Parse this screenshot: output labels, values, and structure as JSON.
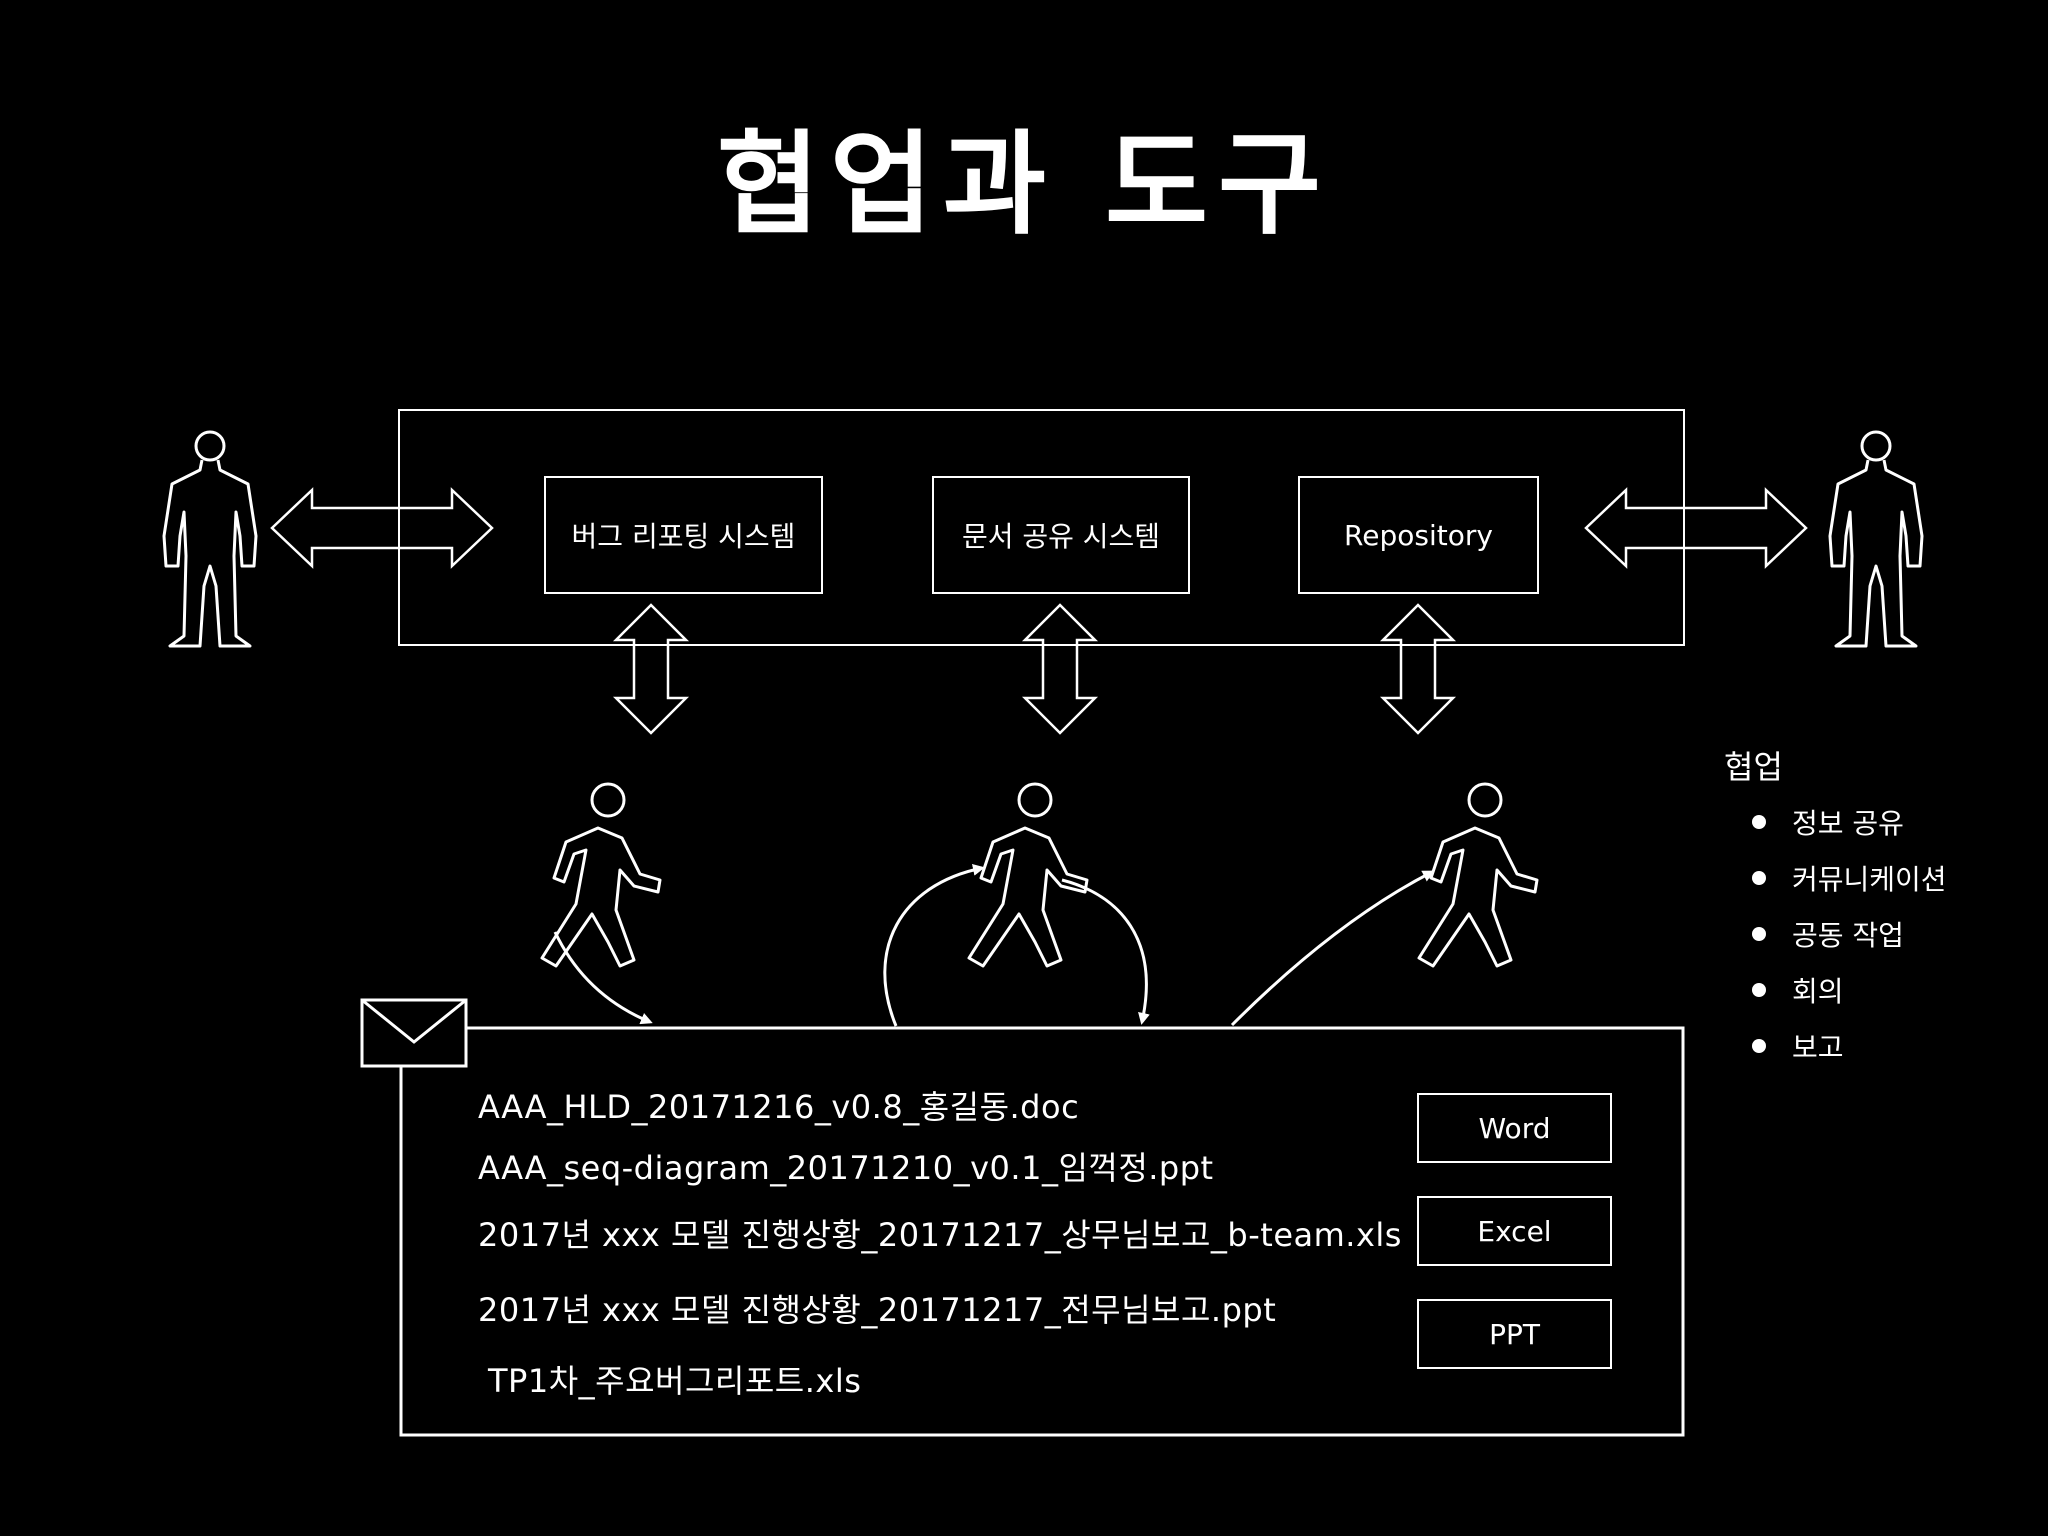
{
  "title": "협업과 도구",
  "systems": [
    {
      "label": "버그 리포팅 시스템"
    },
    {
      "label": "문서 공유 시스템"
    },
    {
      "label": "Repository"
    }
  ],
  "files": [
    "AAA_HLD_20171216_v0.8_홍길동.doc",
    "AAA_seq-diagram_20171210_v0.1_임꺽정.ppt",
    "2017년 xxx 모델 진행상황_20171217_상무님보고_b-team.xls",
    "2017년 xxx 모델 진행상황_20171217_전무님보고.ppt",
    "TP1차_주요버그리포트.xls"
  ],
  "apps": [
    "Word",
    "Excel",
    "PPT"
  ],
  "collab": {
    "title": "협업",
    "items": [
      "정보 공유",
      "커뮤니케이션",
      "공동 작업",
      "회의",
      "보고"
    ]
  }
}
